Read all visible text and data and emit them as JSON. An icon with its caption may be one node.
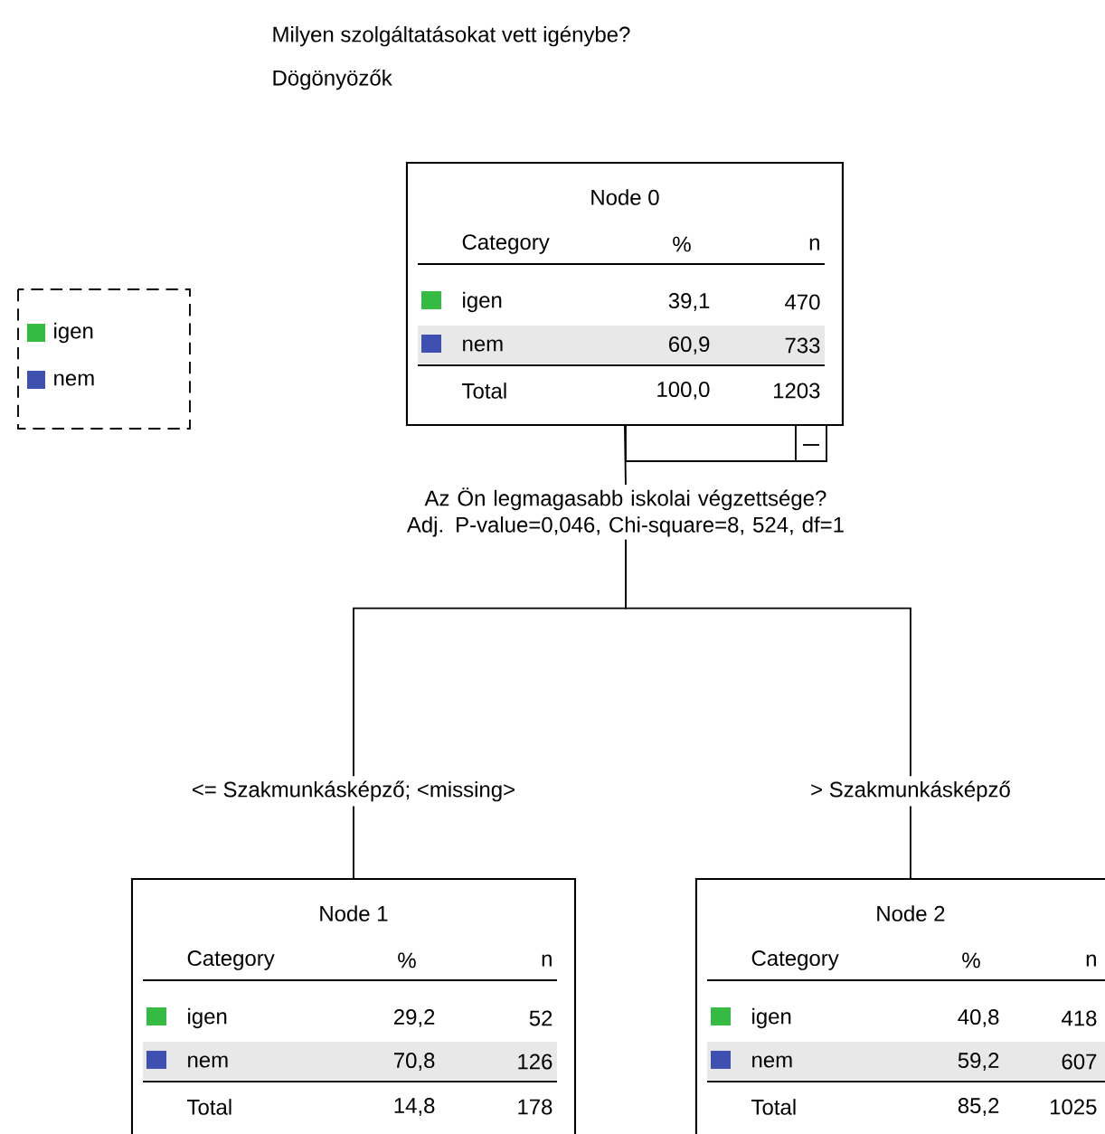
{
  "diagram": {
    "title": "Milyen szolgáltatásokat vett igénybe?",
    "nodes": [
      {
        "text": [
          "Node 0",
          "Category",
          "%",
          "n",
          "igen",
          "39,1",
          "470",
          "nem",
          "60,9",
          "733",
          "Total",
          "100,0",
          "1203"
        ]
      },
      {
        "text": [
          "Az Ön legmagasabb iskolai végzettsége?",
          "Adj. P-value=0,046, Chi-square=8, 524, df=1"
        ]
      },
      {
        "text": [
          "Node 1",
          "Category",
          "%",
          "n",
          "igen",
          "29,2",
          "52",
          "nem",
          "70,8",
          "126",
          "Total",
          "14,8",
          "178"
        ]
      },
      {
        "text": [
          "Node 2",
          "Category",
          "%",
          "n",
          "igen",
          "40,8",
          "418",
          "nem",
          "59,2",
          "607",
          "Total",
          "85,2",
          "1025"
        ]
      }
    ],
    "edges": [
      {
        "from": 0,
        "to": 1,
        "arrow": "none"
      },
      {
        "from": 1,
        "to": 2,
        "arrow": "none",
        "label": "<= Szakmunkásképző;  <missing>"
      },
      {
        "from": 1,
        "to": 3,
        "arrow": "none",
        "label": "> Szakmunkásképző"
      }
    ],
    "labels": [
      "Dögönyözők"
    ],
    "legend": [
      {
        "text": "igen",
        "color": "#33bb44"
      },
      {
        "text": "nem",
        "color": "#3f51b0"
      }
    ]
  }
}
